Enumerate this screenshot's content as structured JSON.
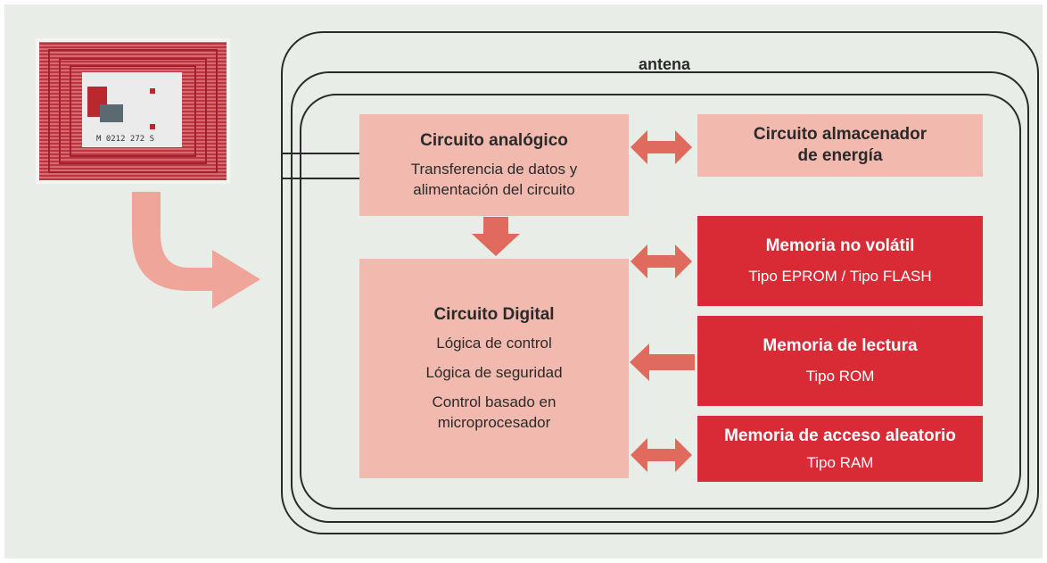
{
  "diagram": {
    "antenna_label": "antena",
    "chip_code": "M 0212 272 S",
    "analog_circuit": {
      "title": "Circuito analógico",
      "lines": [
        "Transferencia de datos y",
        "alimentación del circuito"
      ]
    },
    "energy_storage": {
      "title_line1": "Circuito almacenador",
      "title_line2": "de energía"
    },
    "digital_circuit": {
      "title": "Circuito Digital",
      "lines": [
        "Lógica de control",
        "Lógica de seguridad",
        "Control basado en",
        "microprocesador"
      ]
    },
    "nonvolatile_memory": {
      "title": "Memoria no volátil",
      "type": "Tipo EPROM / Tipo FLASH"
    },
    "read_memory": {
      "title": "Memoria de lectura",
      "type": "Tipo ROM"
    },
    "random_memory": {
      "title": "Memoria de acceso aleatorio",
      "type": "Tipo RAM"
    },
    "colors": {
      "background": "#e8ede7",
      "light_block": "#f2b9ae",
      "dark_block": "#d92b35",
      "arrow": "#e06a5e",
      "big_arrow": "#f0a59a",
      "antenna_line": "#2a2a2a"
    }
  }
}
